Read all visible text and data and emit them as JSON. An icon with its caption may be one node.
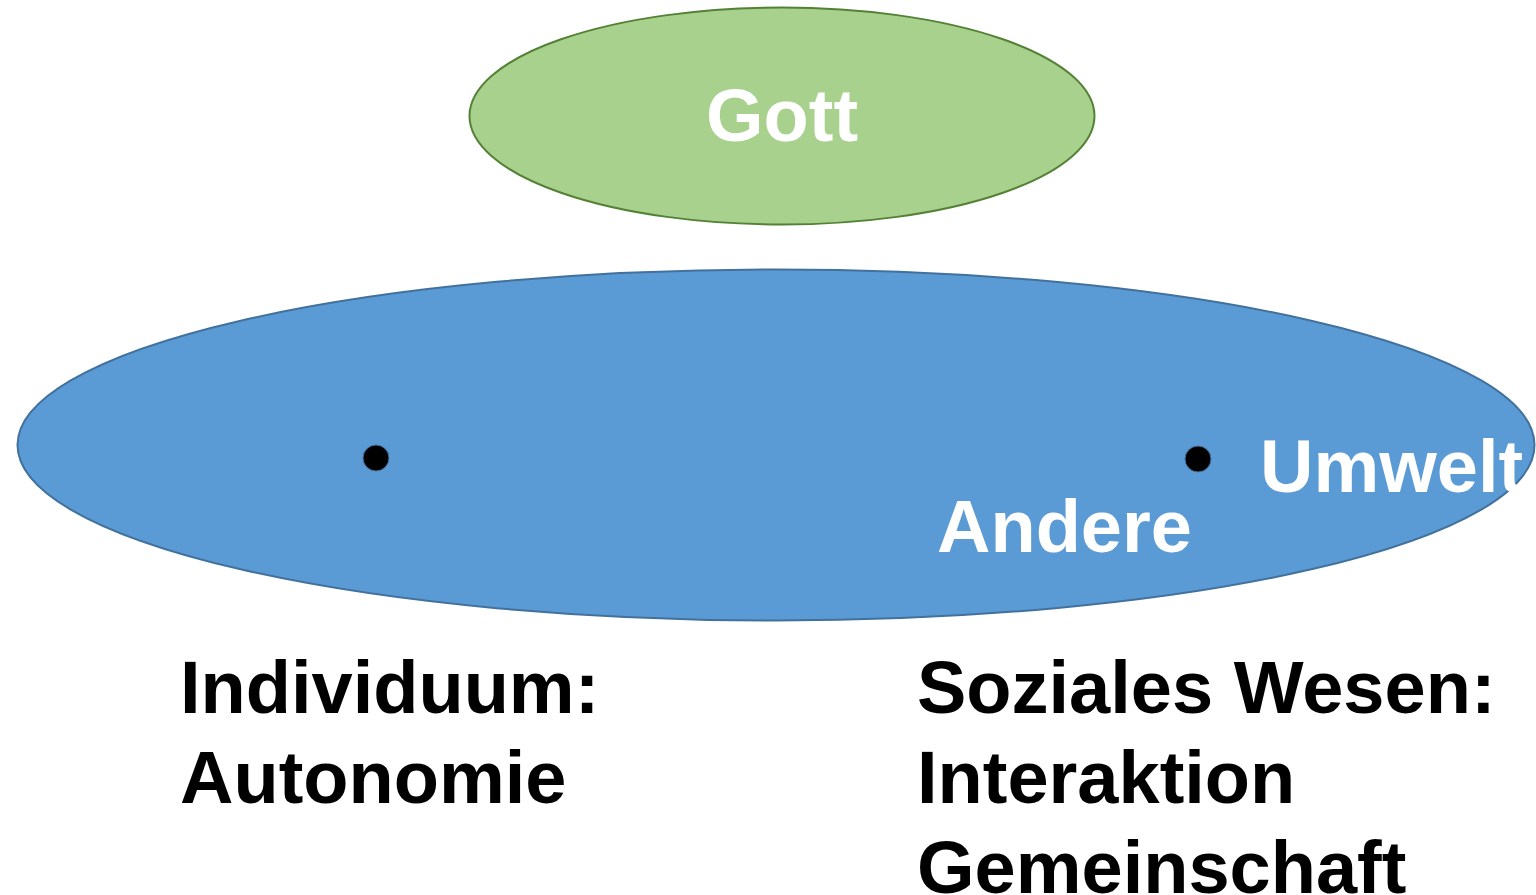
{
  "diagram": {
    "nodes": [
      {
        "text": [
          "Gott"
        ]
      },
      {
        "text": [
          "Umwelt",
          "Andere"
        ]
      }
    ],
    "edges": [],
    "labels": [
      "Individuum:",
      "Autonomie",
      "Soziales Wesen:",
      "Interaktion",
      "Gemeinschaft"
    ]
  }
}
